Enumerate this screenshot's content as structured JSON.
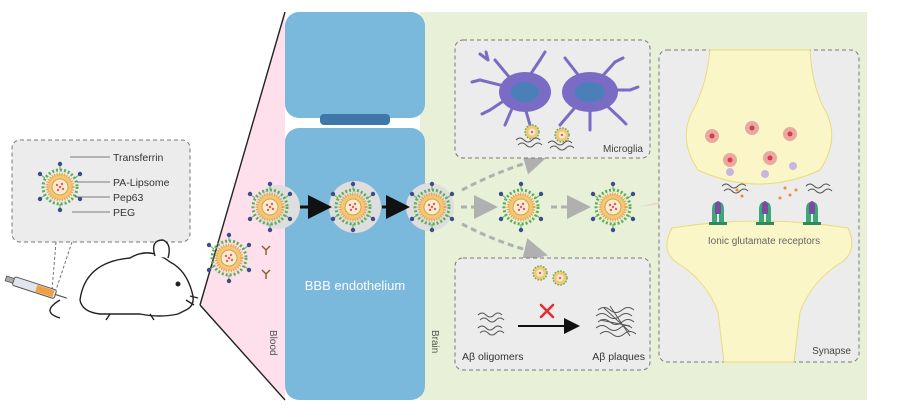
{
  "legend": {
    "items": [
      "Transferrin",
      "PA-Lipsome",
      "Pep63",
      "PEG"
    ]
  },
  "regions": {
    "blood": "Blood",
    "endothelium": "BBB endothelium",
    "brain": "Brain"
  },
  "panels": {
    "microglia": "Microglia",
    "plaques_left": "Aβ oligomers",
    "plaques_right": "Aβ plaques",
    "synapse": "Synapse",
    "receptors": "Ionic glutamate receptors"
  },
  "colors": {
    "blood_bg": "#fde0ec",
    "brain_bg": "#e8f0d8",
    "endothelium": "#7ab8dc",
    "tight_junction": "#3f78a8",
    "panel_bg": "#ececec",
    "synapse": "#fbf6c8",
    "microglia": "#7a6cc4",
    "liposome_core": "#f7eccc",
    "liposome_ring": "#f2c778",
    "peg": "#5cae5a",
    "transferrin": "#3c4d8c",
    "pep63": "#8a5a2c",
    "inhibit": "#e03030",
    "receptor": "#3aa878",
    "glutamate": "#e0384a"
  }
}
